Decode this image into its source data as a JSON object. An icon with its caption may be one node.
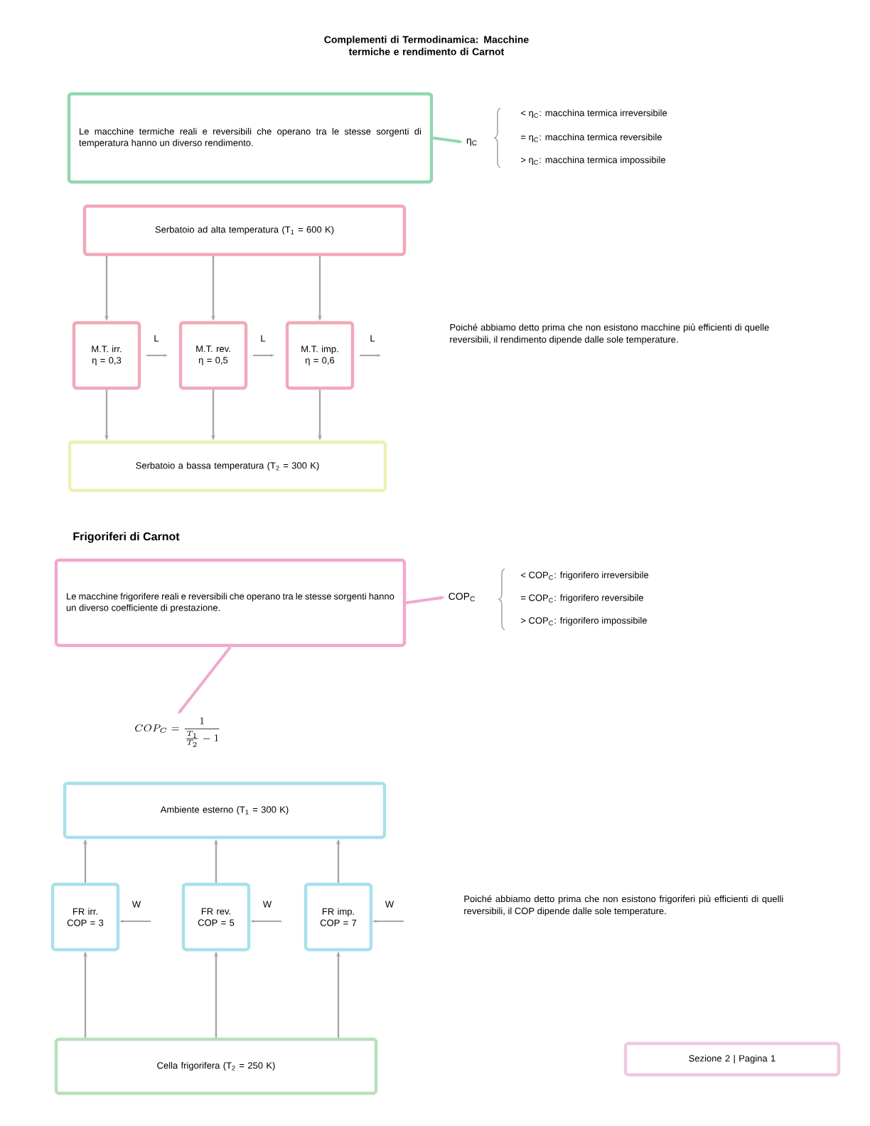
{
  "diagram": {
    "title": "Complementi di Termodinamica: Macchine termiche e rendimento di Carnot",
    "nodes": [
      {
        "text": [
          "Le macchine termiche reali e reversibili che operano tra le stesse sorgenti di temperatura hanno un diverso rendimento."
        ]
      },
      {
        "text": [
          "η$_{C}$"
        ]
      },
      {
        "text": [
          "Serbatoio ad alta temperatura (T$_{1}$ = 600 K)"
        ]
      },
      {
        "text": [
          "M.T. irr. η = 0,3"
        ]
      },
      {
        "text": [
          "M.T. rev. η = 0,5"
        ]
      },
      {
        "text": [
          "M.T. imp. η = 0,6"
        ]
      },
      {
        "text": [
          "Serbatoio a bassa temperatura (T$_{2}$ = 300 K)"
        ]
      },
      {
        "text": [
          "Le macchine frigorifere reali e reversibili che operano tra le stesse sorgenti hanno un diverso coefficiente di prestazione."
        ]
      },
      {
        "text": [
          "COP$_{C}$"
        ]
      },
      {
        "text": [
          "COP_{C} = \\frac{1}{\\frac{T_1}{T_2} - 1}"
        ]
      },
      {
        "text": [
          "Ambiente esterno (T$_{1}$ = 300 K)"
        ]
      },
      {
        "text": [
          "FR irr. COP = 3"
        ]
      },
      {
        "text": [
          "FR rev. COP = 5"
        ]
      },
      {
        "text": [
          "FR imp. COP = 7"
        ]
      },
      {
        "text": [
          "Cella frigorifera (T$_{2}$ = 250 K)"
        ]
      },
      {
        "text": [
          "Sezione 2 | Pagina 1"
        ]
      }
    ],
    "edges": [
      {
        "from": 0,
        "to": 1,
        "arrow": "to",
        "color": "#8fd8b0"
      },
      {
        "from": 2,
        "to": 3,
        "arrow": "to"
      },
      {
        "from": 2,
        "to": 4,
        "arrow": "to"
      },
      {
        "from": 2,
        "to": 5,
        "arrow": "to"
      },
      {
        "from": 3,
        "to": 6,
        "arrow": "to"
      },
      {
        "from": 4,
        "to": 6,
        "arrow": "to"
      },
      {
        "from": 5,
        "to": 6,
        "arrow": "to"
      },
      {
        "from": 7,
        "to": 8,
        "arrow": "to",
        "color": "#f0a8d0"
      },
      {
        "from": 7,
        "to": 9,
        "arrow": "to",
        "color": "#f0a8d0"
      },
      {
        "from": 11,
        "to": 10,
        "arrow": "to"
      },
      {
        "from": 12,
        "to": 10,
        "arrow": "to"
      },
      {
        "from": 13,
        "to": 10,
        "arrow": "to"
      },
      {
        "from": 14,
        "to": 11,
        "arrow": "to"
      },
      {
        "from": 14,
        "to": 12,
        "arrow": "to"
      },
      {
        "from": 14,
        "to": 13,
        "arrow": "to"
      }
    ],
    "labels": [
      "< η$_{C}$: macchina termica irreversibile",
      "= η$_{C}$: macchina termica reversibile",
      "> η$_{C}$: macchina termica impossibile",
      "L",
      "L",
      "L",
      "Poiché abbiamo detto prima che non esistono macchine più efficienti di quelle reversibili, il rendimento dipende dalle sole temperature.",
      "Frigoriferi di Carnot",
      "< COP$_{C}$: frigorifero irreversibile",
      "= COP$_{C}$: frigorifero reversibile",
      "> COP$_{C}$: frigorifero impossibile",
      "W",
      "W",
      "W",
      "Poiché abbiamo detto prima che non esistono frigoriferi più efficienti di quelli reversibili, il COP dipende dalle sole temperature."
    ]
  }
}
